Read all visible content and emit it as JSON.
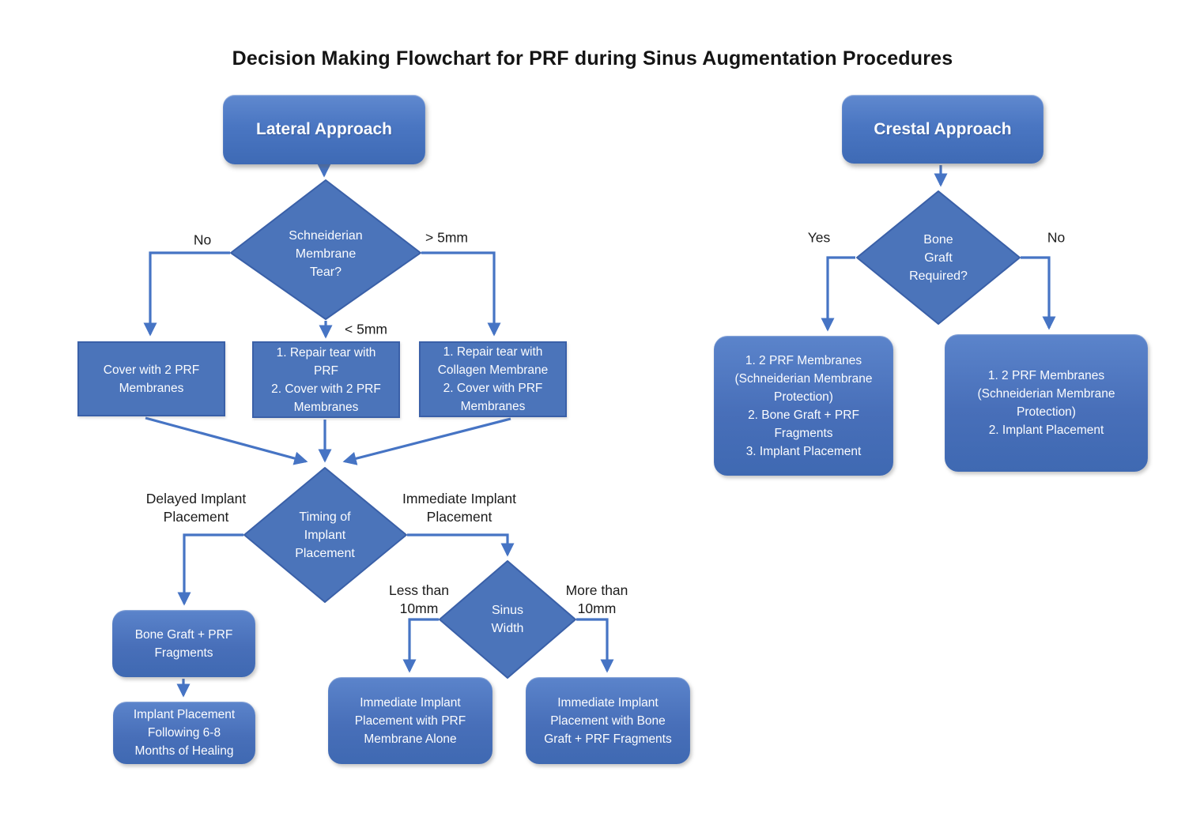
{
  "title": "Decision Making Flowchart for PRF during Sinus Augmentation Procedures",
  "colors": {
    "node_fill": "#4b74ba",
    "node_border": "#3a60a8",
    "arrow": "#4674c4",
    "node_text": "#fbfcfe",
    "label_text": "#1b1b1b",
    "header_gradient_top": "#6089cf",
    "header_gradient_bottom": "#3e6ab5"
  },
  "lateral": {
    "header": "Lateral Approach",
    "tear_diamond": "Schneiderian\nMembrane\nTear?",
    "cover_box": "Cover with 2 PRF\nMembranes",
    "repair_prf_box": "1. Repair tear with\nPRF\n2. Cover with 2 PRF\nMembranes",
    "repair_collagen_box": "1. Repair tear  with\nCollagen Membrane\n2. Cover with PRF\nMembranes",
    "timing_diamond": "Timing of\nImplant\nPlacement",
    "bone_graft_box": "Bone Graft + PRF\nFragments",
    "implant_healing_box": "Implant Placement\nFollowing 6-8\nMonths of Healing",
    "sinus_diamond": "Sinus\nWidth",
    "immediate_prf_box": "Immediate Implant\nPlacement with PRF\nMembrane Alone",
    "immediate_bone_box": "Immediate Implant\nPlacement with Bone\nGraft + PRF Fragments",
    "labels": {
      "no": "No",
      "gt5mm": "> 5mm",
      "lt5mm": "< 5mm",
      "delayed": "Delayed Implant\nPlacement",
      "immediate": "Immediate Implant\nPlacement",
      "less10": "Less than\n10mm",
      "more10": "More than\n10mm"
    }
  },
  "crestal": {
    "header": "Crestal Approach",
    "bone_required_diamond": "Bone\nGraft\nRequired?",
    "yes_box": "1. 2 PRF Membranes\n(Schneiderian Membrane\nProtection)\n2. Bone Graft + PRF\nFragments\n3. Implant Placement",
    "no_box": "1. 2 PRF Membranes\n(Schneiderian Membrane\nProtection)\n2. Implant Placement",
    "labels": {
      "yes": "Yes",
      "no": "No"
    }
  }
}
